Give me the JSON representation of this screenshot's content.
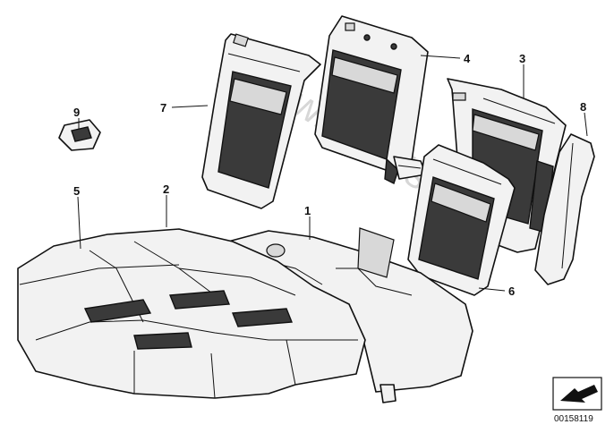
{
  "watermark": "www.BMWstore.pl",
  "document_number": "00158119",
  "labels": {
    "p1": "1",
    "p2": "2",
    "p3": "3",
    "p4": "4",
    "p5": "5",
    "p6": "6",
    "p7": "7",
    "p8": "8",
    "p9": "9"
  }
}
